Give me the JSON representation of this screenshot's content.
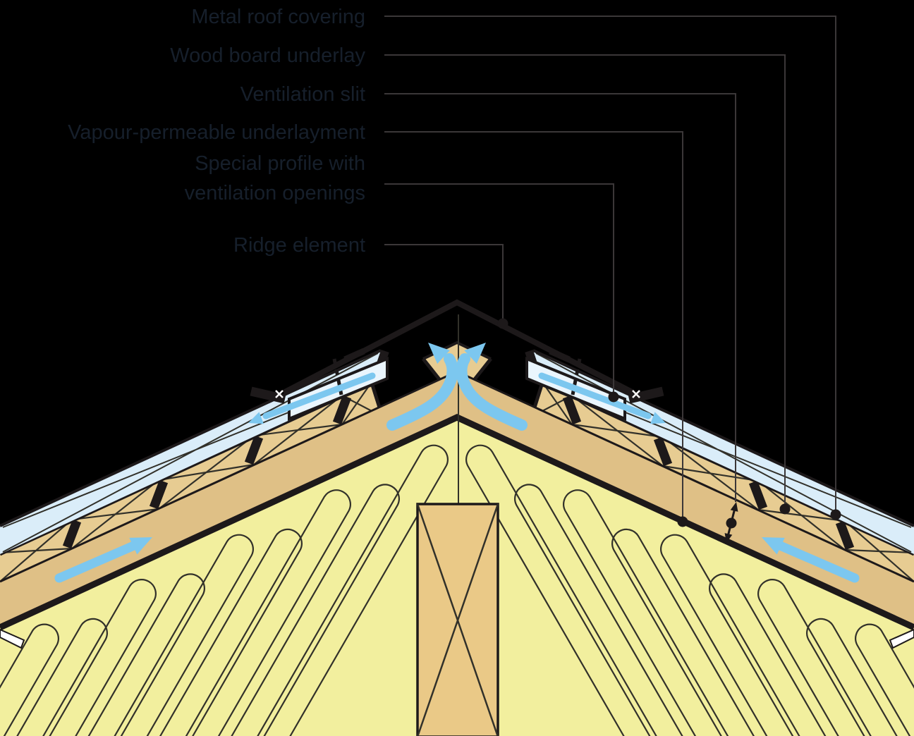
{
  "diagram": {
    "type": "construction-detail-drawing",
    "subject": "Ventilated metal roof ridge cross-section",
    "labels": [
      {
        "id": "metal-roof-covering",
        "lines": [
          "Metal roof covering"
        ]
      },
      {
        "id": "wood-board-underlay",
        "lines": [
          "Wood board underlay"
        ]
      },
      {
        "id": "ventilation-slit",
        "lines": [
          "Ventilation slit"
        ]
      },
      {
        "id": "vapour-permeable-underlayment",
        "lines": [
          "Vapour-permeable underlayment"
        ]
      },
      {
        "id": "special-profile-with-ventilation-openings",
        "lines": [
          "Special profile with",
          "ventilation openings"
        ]
      },
      {
        "id": "ridge-element",
        "lines": [
          "Ridge element"
        ]
      }
    ],
    "icons": {
      "airflow_arrow": "thick light-blue flow arrow",
      "measure_arrow": "double-headed extent arrow",
      "leader_dot": "filled circular callout marker",
      "fixing_cross": "white x fixing marker"
    },
    "palette": {
      "bg": "#000000",
      "labeltext": "#161f2b",
      "leader": "#3b3738",
      "ink": "#1d191a",
      "hatchink": "#32312a",
      "metal": "#daedf9",
      "profilefill": "#eaf5fd",
      "boards": "#e7cc92",
      "channel": "#dfc086",
      "postfill": "#eac987",
      "insulation": "#f2ef9e",
      "flow": "#7cc7ef",
      "white": "#ffffff"
    }
  }
}
